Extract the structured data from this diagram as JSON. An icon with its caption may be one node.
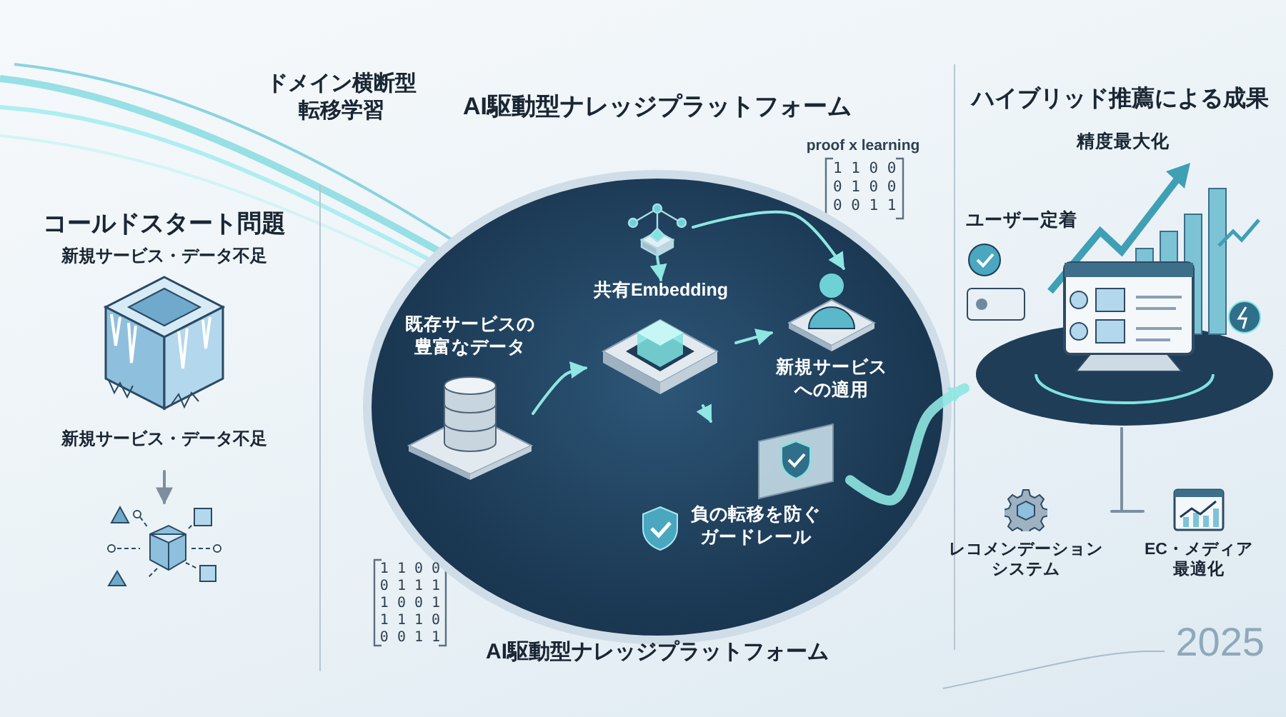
{
  "diagram": {
    "title": "AI駆動型ナレッジプラットフォーム",
    "nodes": [
      {
        "text": [
          "新規サービス・データ不足"
        ]
      },
      {
        "text": [],
        "shape": "picture"
      },
      {
        "text": [],
        "shape": "circle"
      },
      {
        "text": [],
        "shape": "picture",
        "in": 2
      },
      {
        "text": [
          "共有Embedding"
        ],
        "in": 2
      },
      {
        "text": [
          "既存サービスの豊富なデータ"
        ],
        "in": 2
      },
      {
        "text": [
          "新規サービスへの適用"
        ],
        "in": 2
      },
      {
        "text": [
          "負の転移を防ぐガードレール"
        ],
        "in": 2
      },
      {
        "text": [],
        "shape": "picture"
      },
      {
        "text": [
          "レコメンデーションシステム"
        ]
      },
      {
        "text": [
          "EC・メディア最適化"
        ]
      }
    ],
    "edges": [
      {
        "from": 0,
        "to": 1,
        "arrow": "to",
        "color": "#7d8e9e"
      },
      {
        "from": 3,
        "to": 4,
        "arrow": "to"
      },
      {
        "from": 5,
        "to": 4,
        "arrow": "to"
      },
      {
        "from": 4,
        "to": 6,
        "arrow": "to"
      },
      {
        "from": 4,
        "to": 7,
        "arrow": "to"
      },
      {
        "from": 3,
        "to": 6,
        "arrow": "to"
      },
      {
        "from": 7,
        "to": 8,
        "arrow": "to",
        "style": "thick"
      },
      {
        "from": 8,
        "to": 9,
        "arrow": "none",
        "color": "#7d8e9e"
      },
      {
        "from": 8,
        "to": 10,
        "arrow": "none",
        "color": "#7d8e9e"
      }
    ],
    "labels": [
      "ドメイン横断型転移学習",
      "コールドスタート問題",
      "新規サービス・データ不足",
      "proof x learning",
      "1 1 0 0",
      "0 1 0 0",
      "0 0 1 1",
      "ハイブリッド推薦による成果",
      "精度最大化",
      "ユーザー定着",
      "1 1 0 0",
      "0 1 1 1",
      "1 0 0 1",
      "1 1 1 0",
      "0 0 1 1",
      "AI駆動型ナレッジプラットフォーム",
      "2025"
    ]
  }
}
